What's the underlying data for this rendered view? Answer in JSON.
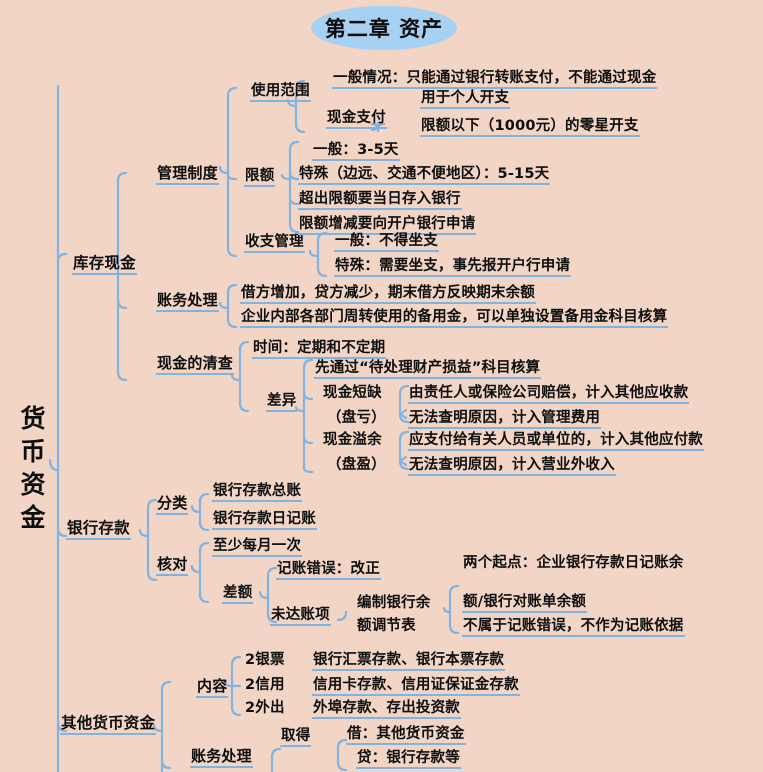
{
  "colors": {
    "background": "#f2d5c4",
    "branch_line": "#7fb3e2",
    "title_ellipse_fill": "#a6d1f2",
    "text": "#0d0d0d"
  },
  "title": {
    "text": "第二章 资产"
  },
  "root": {
    "label": "货币资金",
    "chars": [
      "货",
      "币",
      "资",
      "金"
    ]
  },
  "branches": {
    "cash_on_hand": {
      "label": "库存现金",
      "children": {
        "management_system": {
          "label": "管理制度",
          "scope_of_use": {
            "label": "使用范围",
            "general": {
              "label": "一般情况：只能通过银行转账支付，不能通过现金",
              "label_line2": "用于个人开支"
            },
            "cash_payment": {
              "label": "现金支付",
              "detail": "限额以下（1000元）的零星开支"
            }
          },
          "quota": {
            "label": "限额",
            "items": [
              "一般：3-5天",
              "特殊（边远、交通不便地区）：5-15天",
              "超出限额要当日存入银行",
              "限额增减要向开户银行申请"
            ]
          },
          "receipt_payment": {
            "label": "收支管理",
            "items": [
              "一般：不得坐支",
              "特殊：需要坐支，事先报开户行申请"
            ]
          }
        },
        "accounting": {
          "label": "账务处理",
          "items": [
            "借方增加，贷方减少，期末借方反映期末余额",
            "企业内部各部门周转使用的备用金，可以单独设置备用金科目核算"
          ]
        },
        "cash_count": {
          "label": "现金的清查",
          "time": "时间：定期和不定期",
          "difference": {
            "label": "差异",
            "first_rule": "先通过“待处理财产损益”科目核算",
            "shortage": {
              "label_line1": "现金短缺",
              "label_line2": "（盘亏）",
              "items": [
                "由责任人或保险公司赔偿，计入其他应收款",
                "无法查明原因，计入管理费用"
              ]
            },
            "overage": {
              "label_line1": "现金溢余",
              "label_line2": "（盘盈）",
              "items": [
                "应支付给有关人员或单位的，计入其他应付款",
                "无法查明原因，计入营业外收入"
              ]
            }
          }
        }
      }
    },
    "bank_deposit": {
      "label": "银行存款",
      "classification": {
        "label": "分类",
        "items": [
          "银行存款总账",
          "银行存款日记账"
        ]
      },
      "reconciliation": {
        "label": "核对",
        "frequency": "至少每月一次",
        "difference": {
          "label": "差额",
          "booking_error": "记账错误：改正",
          "outstanding_items": {
            "label": "未达账项",
            "statement_line1": "编制银行余",
            "statement_line2": "额调节表",
            "note_line1": "两个起点：企业银行存款日记账余",
            "note_line2": "额/银行对账单余额",
            "note2": "不属于记账错误，不作为记账依据"
          }
        }
      }
    },
    "other_monetary": {
      "label": "其他货币资金",
      "content": {
        "label": "内容",
        "rows": [
          {
            "key": "2银票",
            "value": "银行汇票存款、银行本票存款"
          },
          {
            "key": "2信用",
            "value": "信用卡存款、信用证保证金存款"
          },
          {
            "key": "2外出",
            "value": "外埠存款、存出投资款"
          }
        ]
      },
      "accounting": {
        "label": "账务处理",
        "acquire": {
          "label": "取得",
          "items": [
            "借：其他货币资金",
            "贷：银行存款等"
          ]
        }
      }
    }
  }
}
